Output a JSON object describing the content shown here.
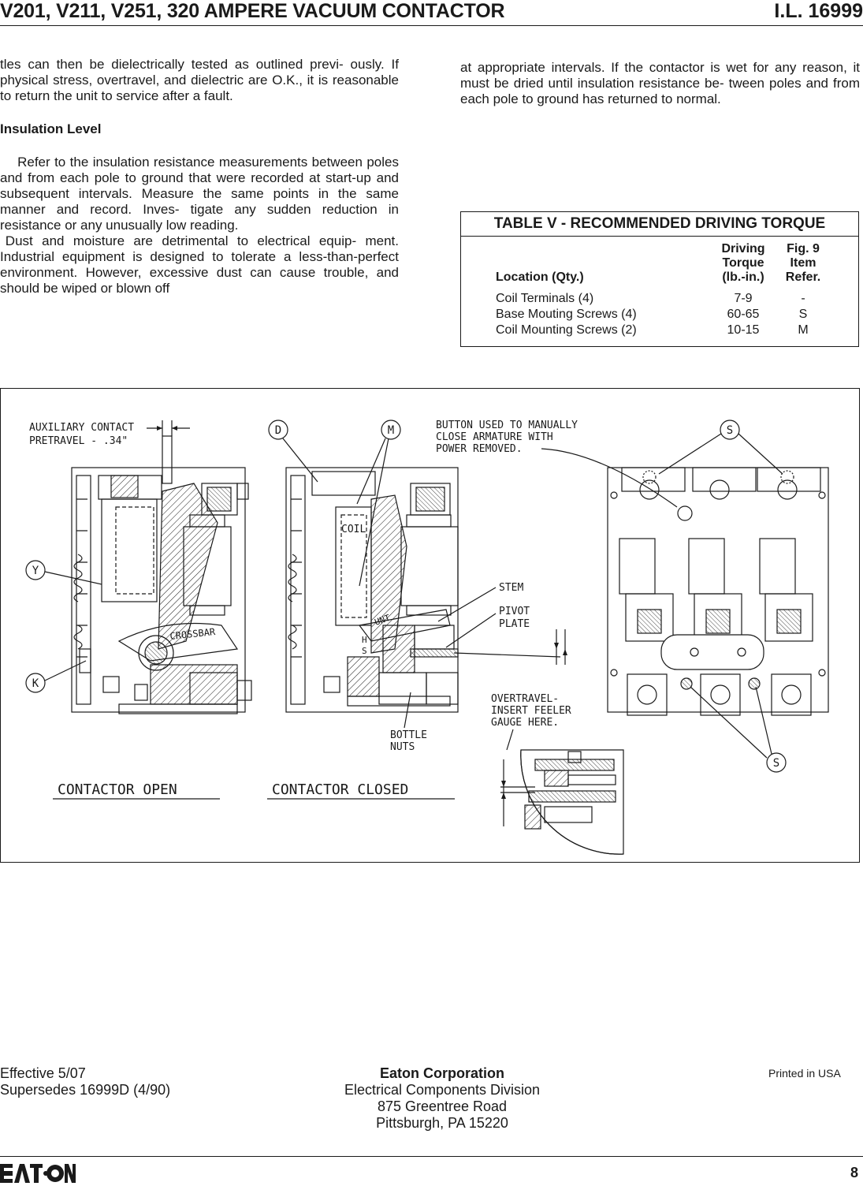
{
  "header": {
    "title": "V201, V211, V251, 320 AMPERE VACUUM CONTACTOR",
    "doc_id": "I.L. 16999"
  },
  "left_column": {
    "para1": "tles can then be dielectrically tested as outlined previ- ously. If physical stress, overtravel, and dielectric are O.K., it is reasonable to return the unit to service after a fault.",
    "heading": "Insulation Level",
    "para2": "Refer to the insulation resistance measurements between poles and from each pole to ground that were recorded at start-up and subsequent intervals. Measure the same points in the same manner and record. Inves- tigate any sudden reduction in resistance or any unusually low reading.",
    "para3": "Dust and moisture are detrimental to electrical equip- ment. Industrial equipment is designed to tolerate a less-than-perfect environment. However, excessive dust can cause trouble, and should be wiped or blown off"
  },
  "right_column": {
    "para1": "at appropriate intervals. If the contactor is wet for any reason, it must be dried until insulation resistance be- tween poles and from each pole to ground has returned to normal."
  },
  "torque_table": {
    "title": "TABLE V - RECOMMENDED DRIVING TORQUE",
    "header_location": "Location (Qty.)",
    "header_torque_1": "Driving",
    "header_torque_2": "Torque",
    "header_torque_3": "(lb.-in.)",
    "header_ref_1": "Fig. 9",
    "header_ref_2": "Item",
    "header_ref_3": "Refer.",
    "rows": [
      {
        "location": "Coil Terminals (4)",
        "torque": "7-9",
        "ref": "-"
      },
      {
        "location": "Base Mouting Screws (4)",
        "torque": "60-65",
        "ref": "S"
      },
      {
        "location": "Coil Mounting Screws (2)",
        "torque": "10-15",
        "ref": "M"
      }
    ]
  },
  "figure": {
    "label_aux": "AUXILIARY CONTACT",
    "label_pretravel": "PRETRAVEL - .34\"",
    "callout_d": "D",
    "callout_m": "M",
    "callout_y": "Y",
    "callout_k": "K",
    "callout_s_top": "S",
    "callout_s_bottom": "S",
    "label_button_1": "BUTTON USED TO MANUALLY",
    "label_button_2": "CLOSE ARMATURE WITH",
    "label_button_3": "POWER REMOVED.",
    "label_coil": "COIL",
    "label_crossbar": "CROSSBAR",
    "label_stem": "STEM",
    "label_pivot_1": "PIVOT",
    "label_pivot_2": "PLATE",
    "label_overtravel_1": "OVERTRAVEL-",
    "label_overtravel_2": "INSERT FEELER",
    "label_overtravel_3": "GAUGE HERE.",
    "label_bottle_1": "BOTTLE",
    "label_bottle_2": "NUTS",
    "caption_open": "CONTACTOR OPEN",
    "caption_closed": "CONTACTOR CLOSED"
  },
  "footer": {
    "effective": "Effective 5/07",
    "supersedes": "Supersedes 16999D (4/90)",
    "company": "Eaton Corporation",
    "division": "Electrical Components Division",
    "street": "875 Greentree Road",
    "city": "Pittsburgh, PA 15220",
    "printed": "Printed in USA",
    "page_number": "8",
    "logo_text": "EATON"
  }
}
